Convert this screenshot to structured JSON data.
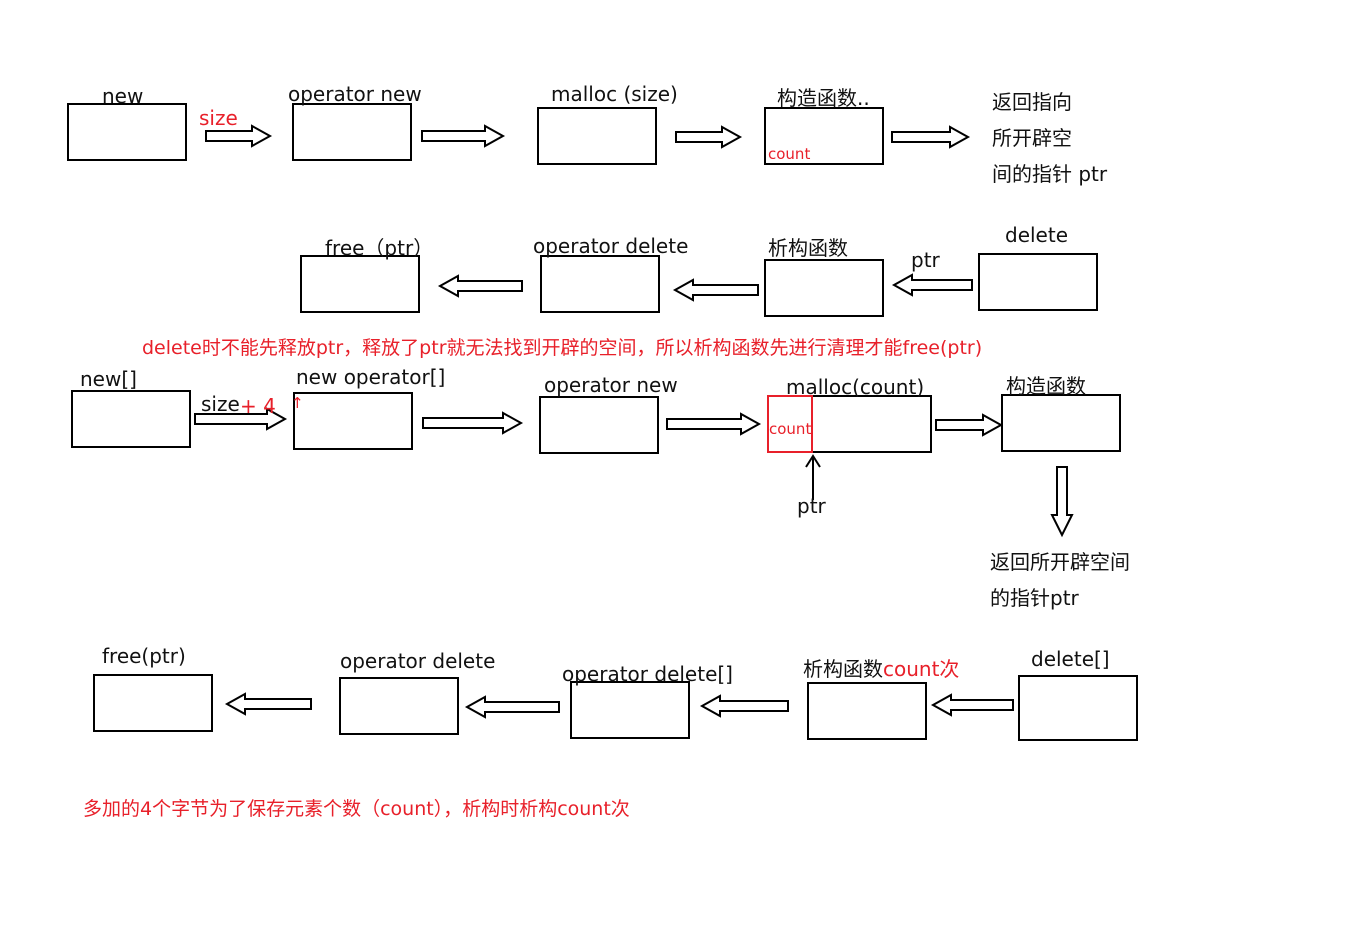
{
  "colors": {
    "ink": "#000000",
    "accent": "#e8202a",
    "background": "#ffffff"
  },
  "row1": {
    "new": "new",
    "size": "size",
    "operator_new": "operator new",
    "malloc": "malloc (size)",
    "constructor": "构造函数..",
    "count": "count",
    "return_line1": "返回指向",
    "return_line2": "所开辟空",
    "return_line3": "间的指针 ptr"
  },
  "row2": {
    "free": "free（ptr）",
    "operator_delete": "operator delete",
    "destructor": "析构函数",
    "ptr": "ptr",
    "delete": "delete"
  },
  "note1": "delete时不能先释放ptr，释放了ptr就无法找到开辟的空间，所以析构函数先进行清理才能free(ptr)",
  "row3": {
    "new_array": "new[]",
    "size": "size",
    "plus4": "+ 4",
    "mark": "↑",
    "new_operator": "new operator[]",
    "operator_new": "operator new",
    "malloc": "malloc(count)",
    "count": "count",
    "ptr": "ptr",
    "constructor": "构造函数",
    "return_line1": "返回所开辟空间",
    "return_line2": "的指针ptr"
  },
  "row4": {
    "free": "free(ptr)",
    "operator_delete": "operator delete",
    "operator_delete_array": "operator delete[]",
    "destructor": "析构函数",
    "destructor_count": "count次",
    "delete_array": "delete[]"
  },
  "note2": "多加的4个字节为了保存元素个数（count），析构时析构count次"
}
